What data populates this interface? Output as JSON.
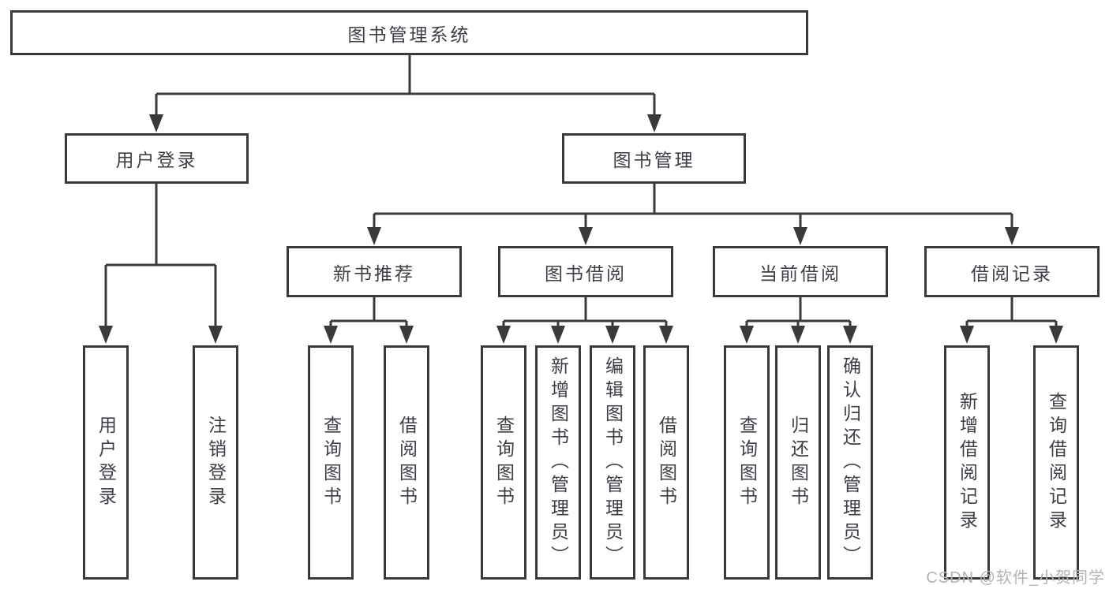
{
  "tree": {
    "root": {
      "label": "图书管理系统"
    },
    "branches": [
      {
        "label": "用户登录",
        "children": [
          "用户登录",
          "注销登录"
        ]
      },
      {
        "label": "图书管理",
        "sections": [
          {
            "label": "新书推荐",
            "children": [
              "查询图书",
              "借阅图书"
            ]
          },
          {
            "label": "图书借阅",
            "children": [
              "查询图书",
              "新增图书（管理员）",
              "编辑图书（管理员）",
              "借阅图书"
            ]
          },
          {
            "label": "当前借阅",
            "children": [
              "查询图书",
              "归还图书",
              "确认归还（管理员）"
            ]
          },
          {
            "label": "借阅记录",
            "children": [
              "新增借阅记录",
              "查询借阅记录"
            ]
          }
        ]
      }
    ]
  },
  "watermark": "CSDN @软件_小贺同学",
  "colors": {
    "line": "#3a3a3a",
    "text": "#3c4046",
    "box_background": "#ffffff",
    "watermark": "#b3b3b3"
  }
}
